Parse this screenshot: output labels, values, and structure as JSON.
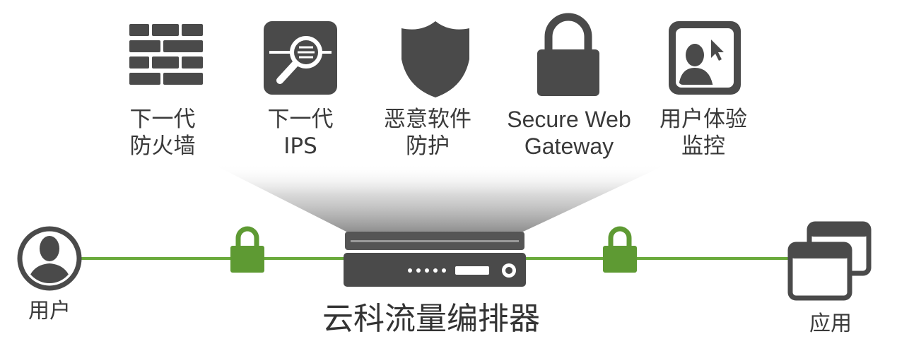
{
  "services": [
    {
      "id": "fw",
      "icon": "firewall-icon",
      "lines": [
        "下一代",
        "防火墙"
      ]
    },
    {
      "id": "ips",
      "icon": "magnifier-icon",
      "lines": [
        "下一代",
        "IPS"
      ]
    },
    {
      "id": "mw",
      "icon": "shield-icon",
      "lines": [
        "恶意软件",
        "防护"
      ]
    },
    {
      "id": "swg",
      "icon": "padlock-icon",
      "lines": [
        "Secure Web",
        "Gateway"
      ]
    },
    {
      "id": "uem",
      "icon": "user-monitor-icon",
      "lines": [
        "用户体验",
        "监控"
      ]
    }
  ],
  "endpoints": {
    "user": {
      "label": "用户",
      "icon": "user-avatar-icon"
    },
    "app": {
      "label": "应用",
      "icon": "app-windows-icon"
    }
  },
  "broker": {
    "label": "云科流量编排器",
    "icon": "server-appliance-icon"
  },
  "colors": {
    "icon_gray": "#4a4a4a",
    "link_green": "#6aaa3c",
    "lock_green": "#5e9a33",
    "text": "#3a3a3a"
  }
}
